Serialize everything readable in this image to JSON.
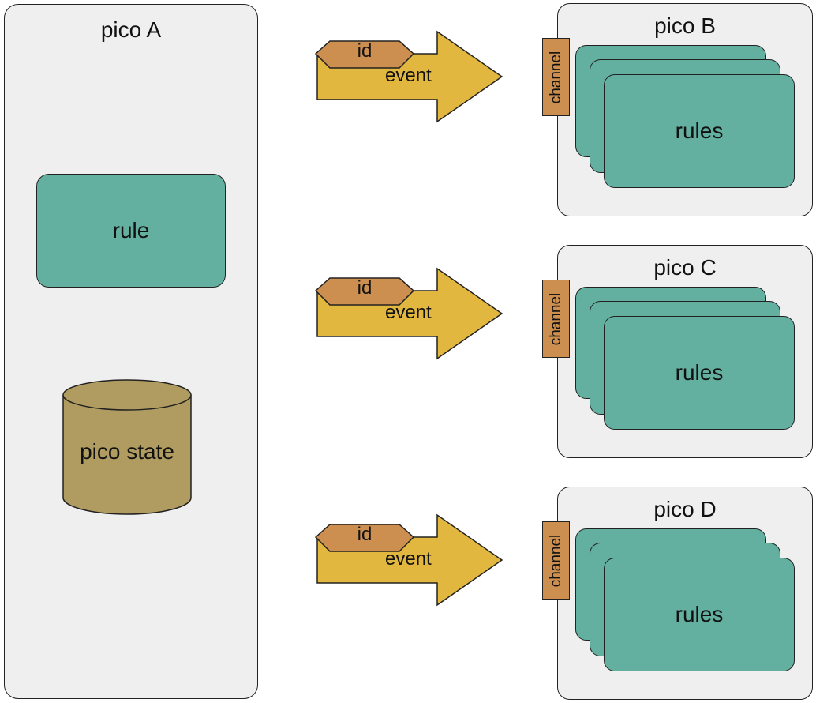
{
  "pico_a": {
    "title": "pico A",
    "rule_label": "rule",
    "state_label": "pico state"
  },
  "picos": [
    {
      "title": "pico B",
      "channel_label": "channel",
      "rules_label": "rules"
    },
    {
      "title": "pico C",
      "channel_label": "channel",
      "rules_label": "rules"
    },
    {
      "title": "pico D",
      "channel_label": "channel",
      "rules_label": "rules"
    }
  ],
  "events": [
    {
      "id_label": "id",
      "event_label": "event"
    },
    {
      "id_label": "id",
      "event_label": "event"
    },
    {
      "id_label": "id",
      "event_label": "event"
    }
  ],
  "colors": {
    "panel": "#efefef",
    "rule": "#64b0a0",
    "channel": "#cc8f4f",
    "event_arrow": "#e2b73f",
    "id_tag": "#cc8f4f",
    "state": "#b09c60"
  }
}
